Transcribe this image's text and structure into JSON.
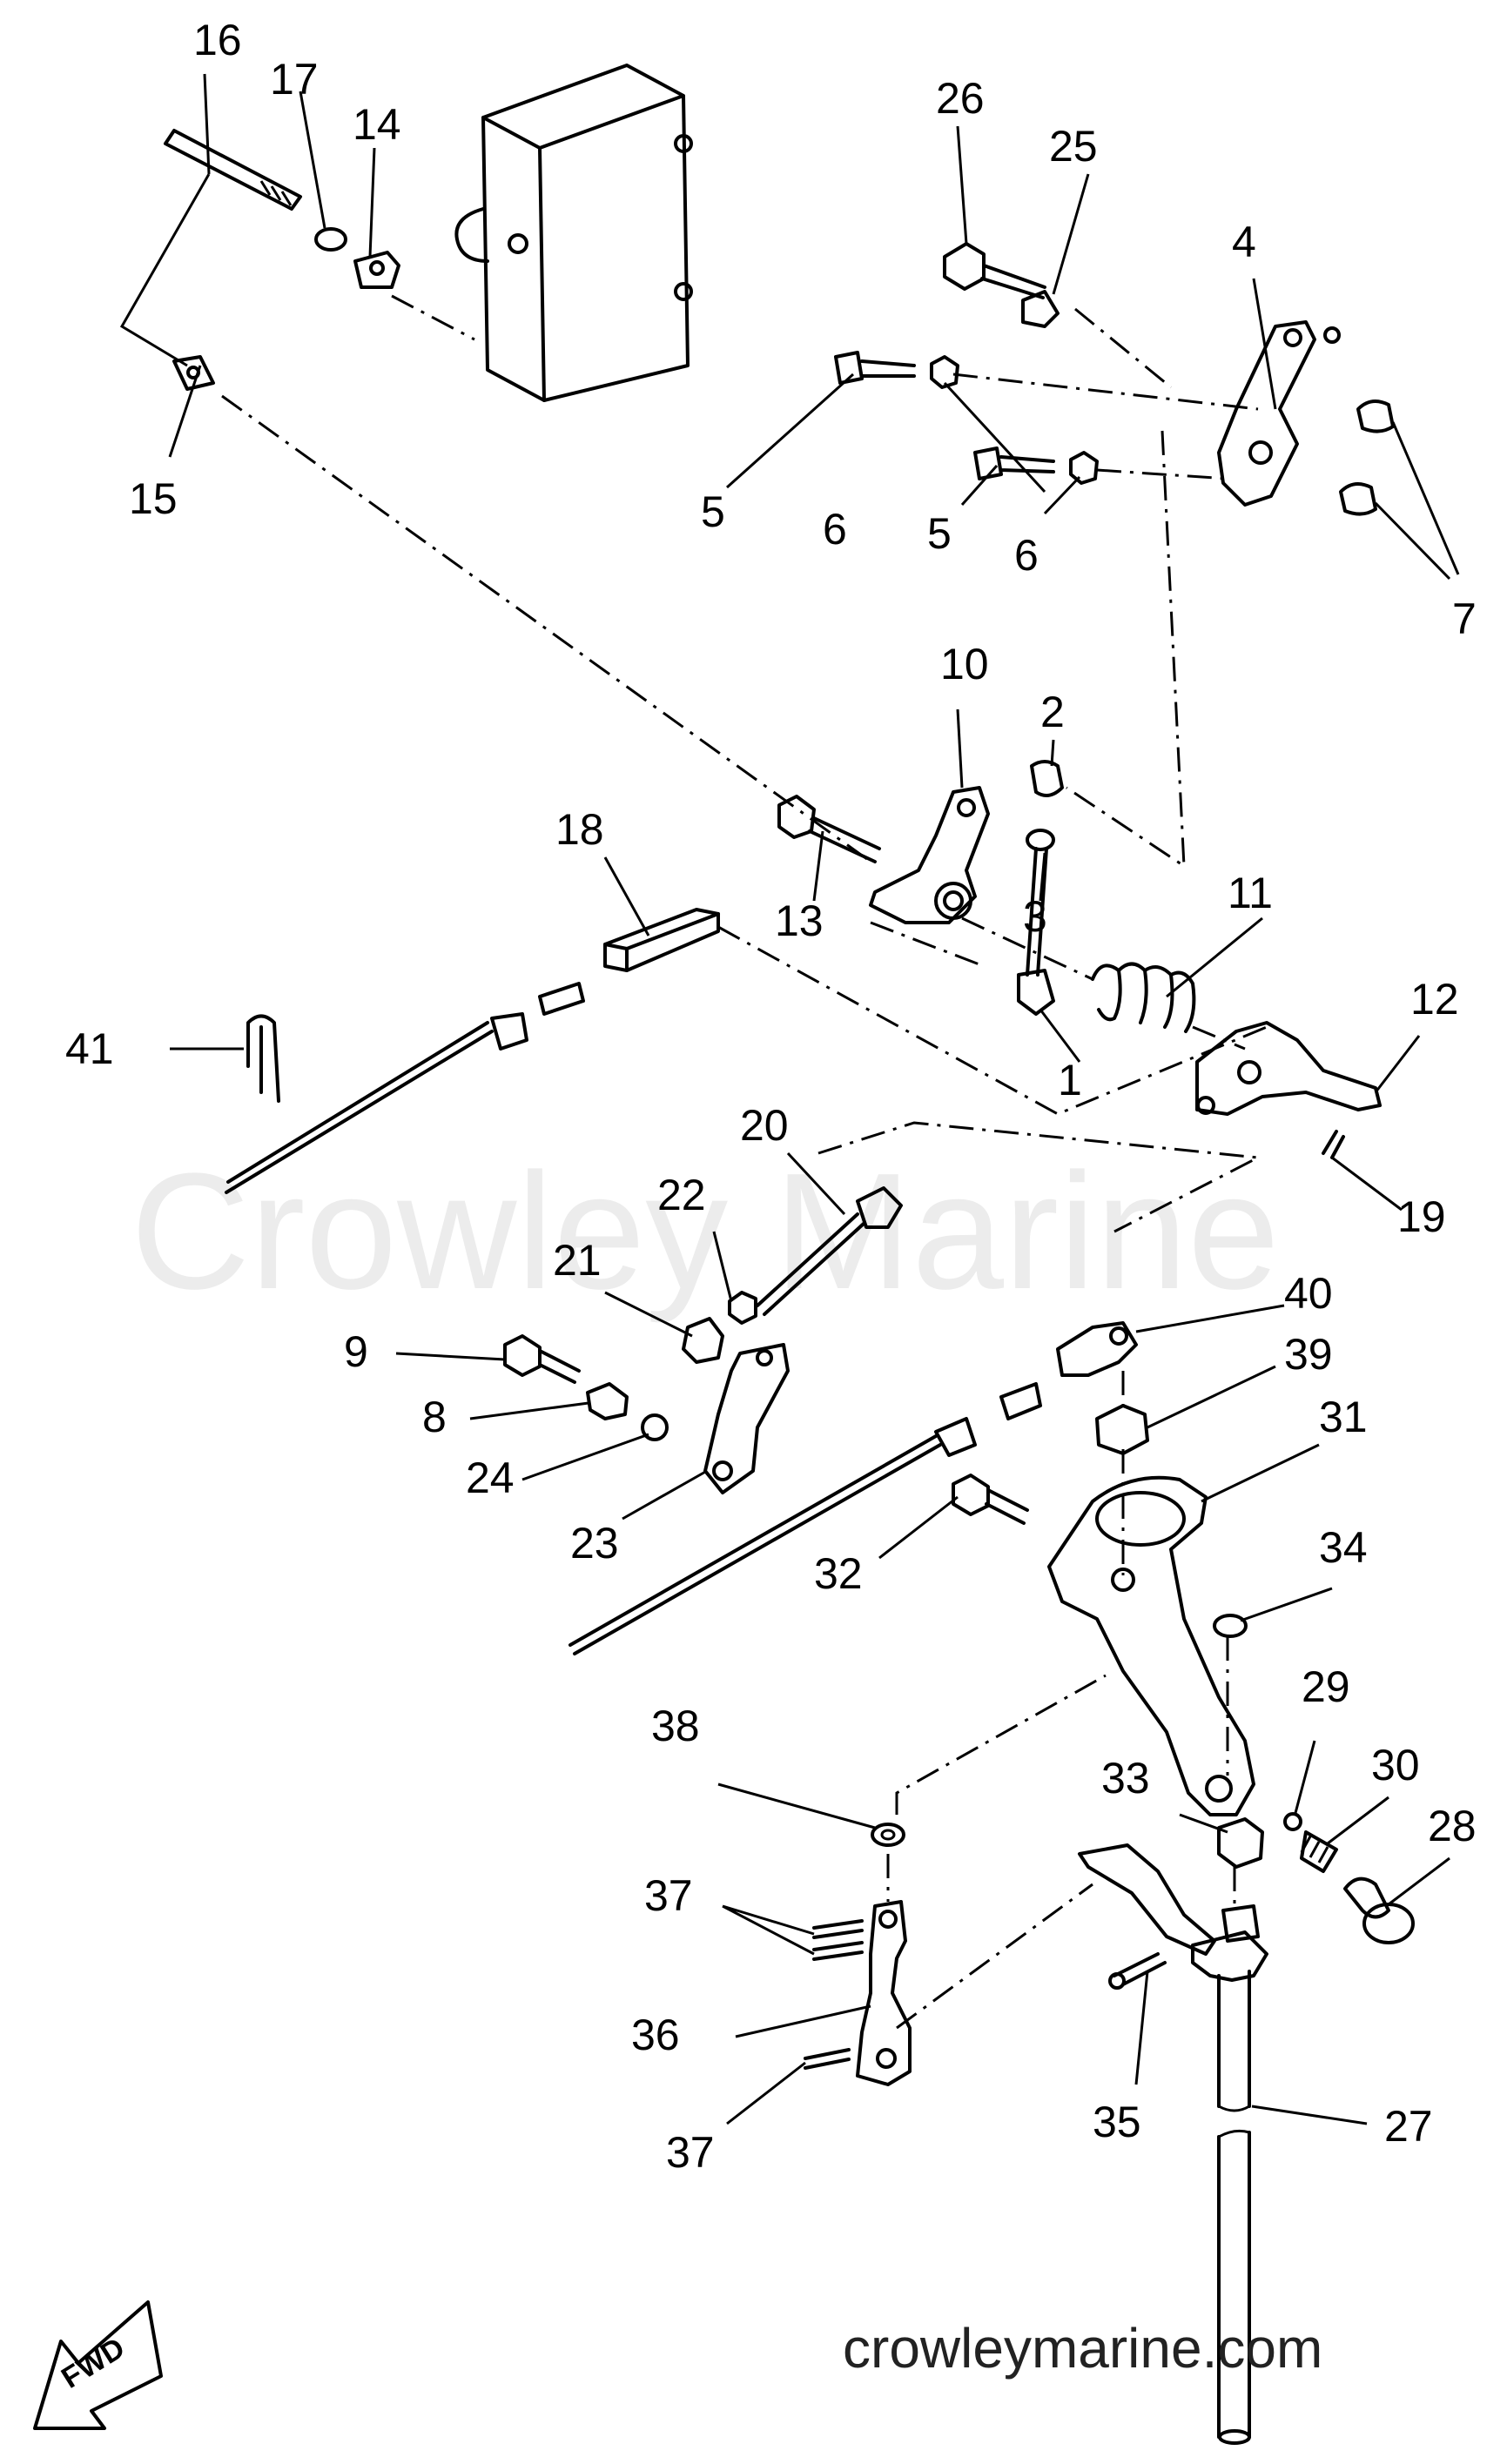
{
  "watermark": "Crowley Marine",
  "site": "crowleymarine.com",
  "fwd_label": "FWD",
  "callouts": {
    "c1": "1",
    "c2": "2",
    "c3": "3",
    "c4": "4",
    "c5a": "5",
    "c5b": "5",
    "c6a": "6",
    "c6b": "6",
    "c7": "7",
    "c8": "8",
    "c9": "9",
    "c10": "10",
    "c11": "11",
    "c12": "12",
    "c13": "13",
    "c14": "14",
    "c15": "15",
    "c16": "16",
    "c17": "17",
    "c18": "18",
    "c19": "19",
    "c20": "20",
    "c21": "21",
    "c22": "22",
    "c23": "23",
    "c24": "24",
    "c25": "25",
    "c26": "26",
    "c27": "27",
    "c28": "28",
    "c29": "29",
    "c30": "30",
    "c31": "31",
    "c32": "32",
    "c33": "33",
    "c34": "34",
    "c35": "35",
    "c36": "36",
    "c37a": "37",
    "c37b": "37",
    "c38": "38",
    "c39": "39",
    "c40": "40",
    "c41": "41"
  }
}
